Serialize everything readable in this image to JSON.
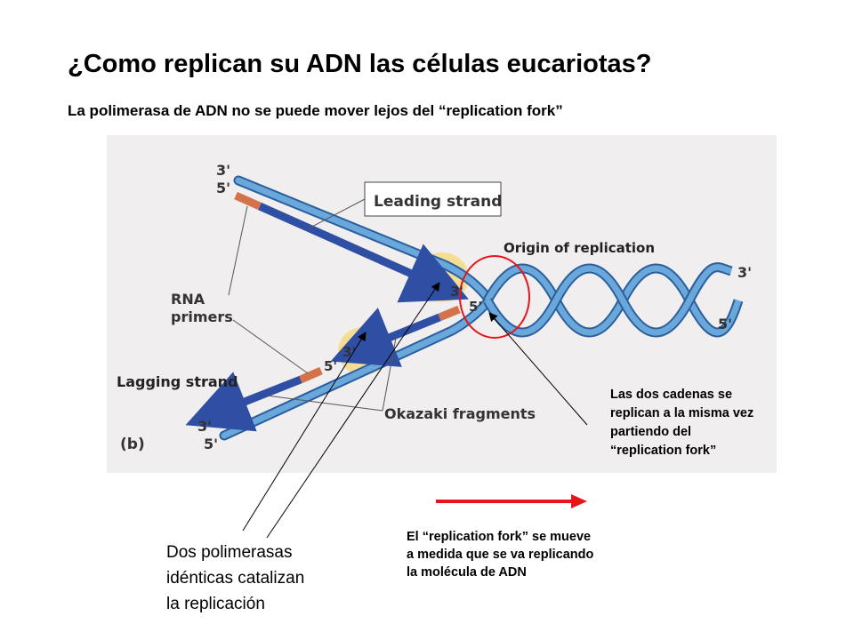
{
  "title": "¿Como replican su ADN las células eucariotas?",
  "subtitle": "La polimerasa de ADN  no se puede mover lejos del “replication fork”",
  "figure": {
    "panel_label": "(b)",
    "leading_strand": "Leading strand",
    "lagging_strand": "Lagging strand",
    "origin": "Origin of replication",
    "rna_primers_1": "RNA",
    "rna_primers_2": "primers",
    "okazaki": "Okazaki fragments",
    "end_top_3": "3'",
    "end_top_5": "5'",
    "end_bottom_3": "3'",
    "end_bottom_5": "5'",
    "end_right_3": "3'",
    "end_right_5": "5'",
    "mid_3": "3'",
    "mid_5": "5'",
    "lag_5": "5'",
    "lag_3": "3'"
  },
  "notes": {
    "fork": [
      "Las dos cadenas se",
      "replican a la misma vez",
      "partiendo del",
      "“replication fork”"
    ],
    "polymerases": [
      "Dos polimerasas",
      "idénticas catalizan",
      "la replicación"
    ],
    "fork_moves": [
      "El “replication fork” se mueve",
      "a medida que se va replicando",
      "la molécula de ADN"
    ]
  },
  "colors": {
    "light_strand": "#5b9bd5",
    "dark_strand": "#2e4fa3",
    "primer": "#d4734a",
    "polymerase": "#f5dc8a",
    "origin_circle": "#e8131b",
    "fork_arrow": "#e8131b"
  }
}
